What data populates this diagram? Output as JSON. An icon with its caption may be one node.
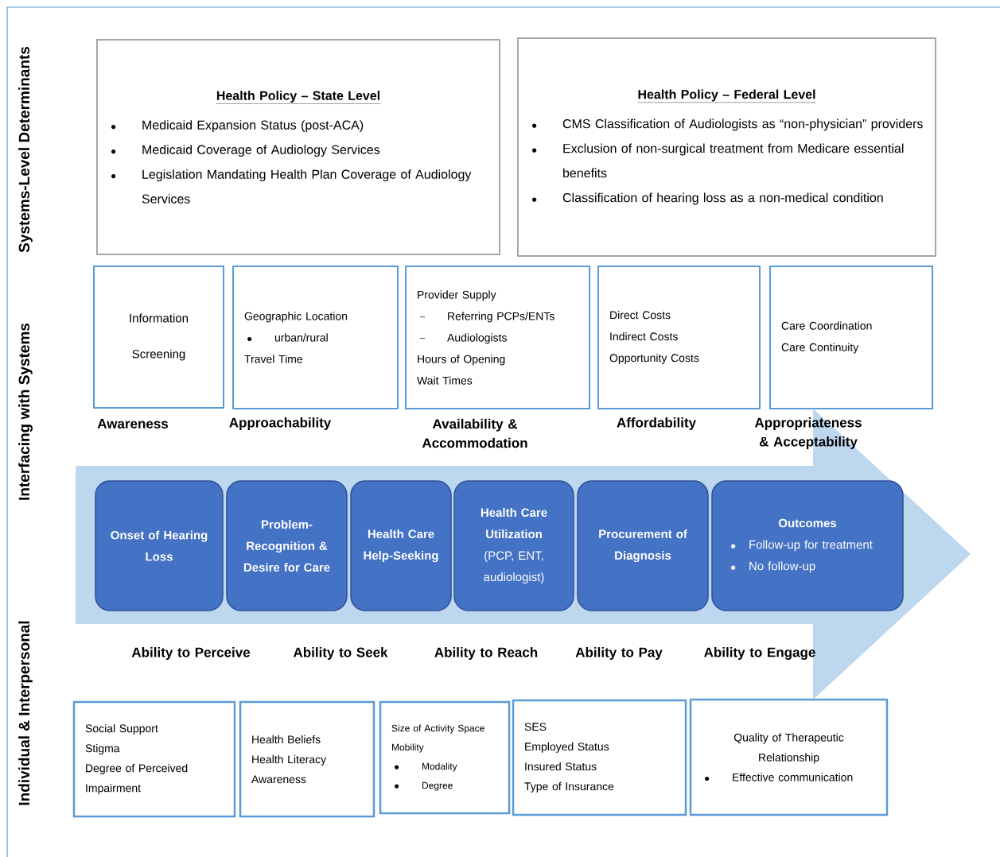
{
  "diagram": {
    "nodes": [
      {
        "text": [
          "Health Policy – State Level",
          "Medicaid Expansion Status (post-ACA)",
          "Medicaid Coverage of Audiology Services",
          "Legislation Mandating Health Plan Coverage of Audiology Services"
        ]
      },
      {
        "text": [
          "Health Policy – Federal Level",
          "CMS Classification of Audiologists as “non-physician” providers",
          "Exclusion of non-surgical treatment from Medicare essential benefits",
          "Classification of hearing loss as a non-medical condition"
        ]
      },
      {
        "text": [
          "Information",
          "Screening"
        ],
        "beside": [
          "Awareness"
        ]
      },
      {
        "text": [
          "Geographic Location",
          "urban/rural",
          "Travel Time"
        ],
        "beside": [
          "Approachability"
        ]
      },
      {
        "text": [
          "Provider Supply",
          "Referring PCPs/ENTs",
          "Audiologists",
          "Hours of Opening",
          "Wait Times"
        ],
        "beside": [
          "Availability & Accommodation"
        ]
      },
      {
        "text": [
          "Direct Costs",
          "Indirect Costs",
          "Opportunity Costs"
        ],
        "beside": [
          "Affordability"
        ]
      },
      {
        "text": [
          "Care Coordination",
          "Care Continuity"
        ],
        "beside": [
          "Appropriateness & Acceptability"
        ]
      },
      {
        "text": [],
        "shape": "arrow"
      },
      {
        "text": [
          "Onset of Hearing Loss"
        ],
        "in": 7
      },
      {
        "text": [
          "Problem-Recognition & Desire for Care"
        ],
        "in": 7
      },
      {
        "text": [
          "Health Care Help-Seeking"
        ],
        "in": 7
      },
      {
        "text": [
          "Health Care Utilization",
          "(PCP, ENT, audiologist)"
        ],
        "in": 7
      },
      {
        "text": [
          "Procurement of Diagnosis"
        ],
        "in": 7
      },
      {
        "text": [
          "Outcomes",
          "Follow-up for treatment",
          "No follow-up"
        ],
        "in": 7
      },
      {
        "text": [
          "Social Support",
          "Stigma",
          "Degree of Perceived Impairment"
        ]
      },
      {
        "text": [
          "Health Beliefs",
          "Health Literacy",
          "Awareness"
        ]
      },
      {
        "text": [
          "Size of Activity Space",
          "Mobility",
          "Modality",
          "Degree"
        ]
      },
      {
        "text": [
          "SES",
          "Employed Status",
          "Insured Status",
          "Type of Insurance"
        ]
      },
      {
        "text": [
          "Quality of Therapeutic Relationship",
          "Effective communication"
        ]
      }
    ],
    "labels": [
      "Systems-Level Determinants",
      "Interfacing with Systems",
      "Individual & Interpersonal",
      "Ability to Perceive",
      "Ability to Seek",
      "Ability to Reach",
      "Ability to Pay",
      "Ability to Engage"
    ]
  }
}
